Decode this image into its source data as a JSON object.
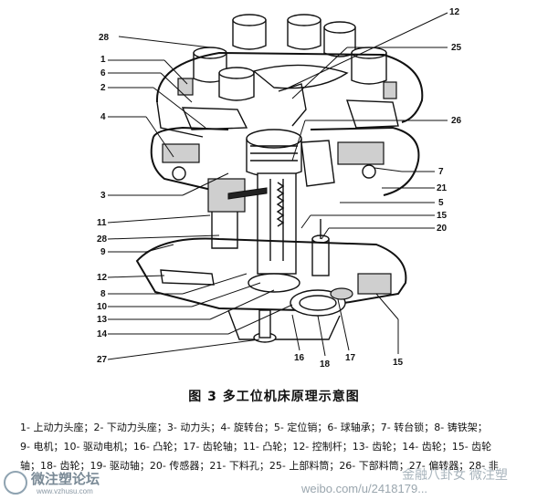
{
  "labels": {
    "l28a": "28",
    "l1": "1",
    "l6": "6",
    "l2": "2",
    "l4": "4",
    "l3": "3",
    "l11": "11",
    "l28b": "28",
    "l9": "9",
    "l12": "12",
    "l8": "8",
    "l10": "10",
    "l13": "13",
    "l14": "14",
    "l27": "27",
    "l16": "16",
    "l18": "18",
    "l17": "17",
    "l15b": "15",
    "l12top": "12",
    "l25": "25",
    "l26": "26",
    "l7": "7",
    "l21": "21",
    "l5": "5",
    "l15": "15",
    "l20": "20"
  },
  "caption": "图 3  多工位机床原理示意图",
  "legend": [
    "1- 上动力头座；2- 下动力头座；3- 动力头；4- 旋转台；5- 定位销；6- 球轴承；7- 转台锁；8- 铸铁架；",
    "9- 电机；10- 驱动电机；16- 凸轮；17- 齿轮轴；11- 凸轮；12- 控制杆；13- 齿轮；14- 齿轮；15- 齿轮",
    "轴；18- 齿轮；19- 驱动轴；20- 传感器；21- 下料孔；25- 上部料筒；26- 下部料筒；27- 偏转器；28- 非"
  ],
  "watermarks": {
    "left": "微注塑论坛",
    "left_sub": "www.vzhusu.com",
    "right": "金融八卦女  微注塑",
    "url": "weibo.com/u/2418179..."
  }
}
